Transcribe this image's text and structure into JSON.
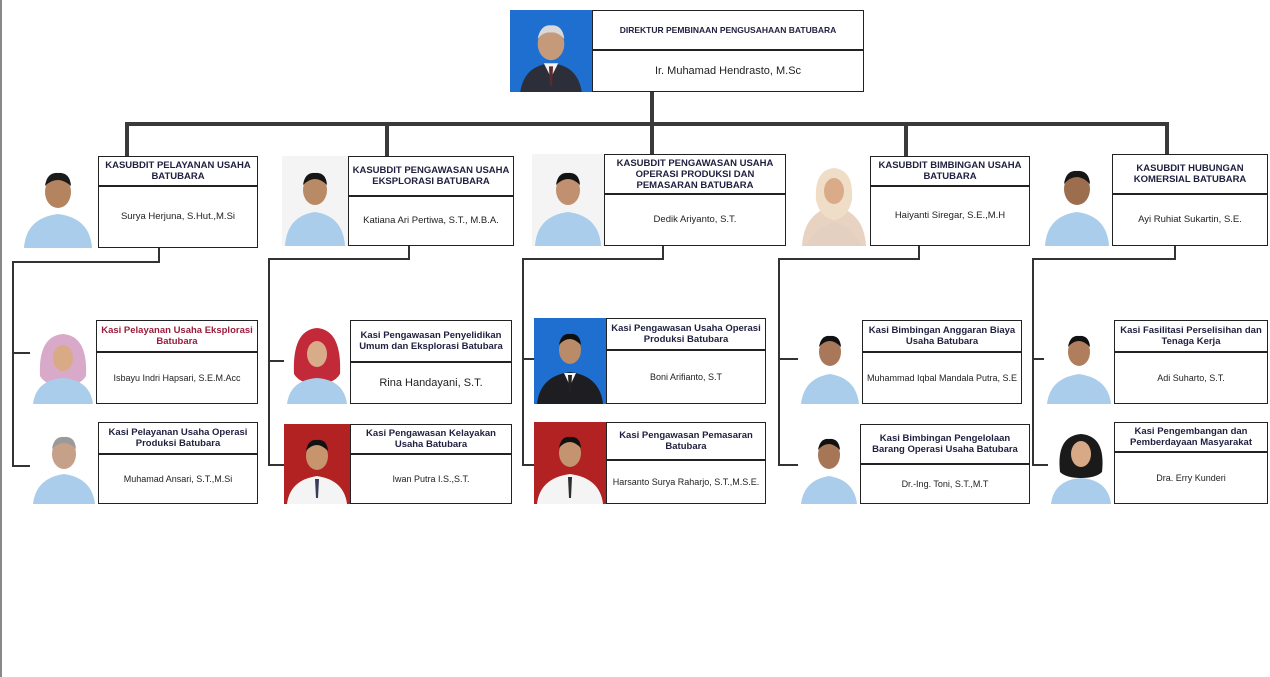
{
  "director": {
    "title": "DIREKTUR PEMBINAAN PENGUSAHAAN BATUBARA",
    "name": "Ir. Muhamad Hendrasto, M.Sc"
  },
  "kasubdits": [
    {
      "title": "KASUBDIT PELAYANAN USAHA BATUBARA",
      "name": "Surya Herjuna, S.Hut.,M.Si",
      "kasi": [
        {
          "title": "Kasi Pelayanan Usaha Eksplorasi Batubara",
          "name": "Isbayu Indri Hapsari, S.E.M.Acc"
        },
        {
          "title": "Kasi Pelayanan Usaha Operasi Produksi Batubara",
          "name": "Muhamad Ansari, S.T.,M.Si"
        }
      ]
    },
    {
      "title": "KASUBDIT PENGAWASAN USAHA EKSPLORASI BATUBARA",
      "name": "Katiana Ari Pertiwa, S.T., M.B.A.",
      "kasi": [
        {
          "title": "Kasi Pengawasan Penyelidikan Umum dan Eksplorasi Batubara",
          "name": "Rina Handayani, S.T."
        },
        {
          "title": "Kasi Pengawasan Kelayakan Usaha Batubara",
          "name": "Iwan Putra I.S.,S.T."
        }
      ]
    },
    {
      "title": "KASUBDIT PENGAWASAN USAHA OPERASI PRODUKSI DAN PEMASARAN BATUBARA",
      "name": "Dedik Ariyanto, S.T.",
      "kasi": [
        {
          "title": "Kasi Pengawasan Usaha Operasi Produksi Batubara",
          "name": "Boni Arifianto, S.T"
        },
        {
          "title": "Kasi Pengawasan Pemasaran Batubara",
          "name": "Harsanto Surya Raharjo, S.T.,M.S.E."
        }
      ]
    },
    {
      "title": "KASUBDIT BIMBINGAN USAHA BATUBARA",
      "name": "Haiyanti Siregar, S.E.,M.H",
      "kasi": [
        {
          "title": "Kasi Bimbingan Anggaran Biaya Usaha Batubara",
          "name": "Muhammad Iqbal Mandala Putra, S.E"
        },
        {
          "title": "Kasi Bimbingan Pengelolaan Barang Operasi Usaha Batubara",
          "name": "Dr.-Ing. Toni, S.T.,M.T"
        }
      ]
    },
    {
      "title": "KASUBDIT HUBUNGAN KOMERSIAL BATUBARA",
      "name": "Ayi Ruhiat Sukartin, S.E.",
      "kasi": [
        {
          "title": "Kasi Fasilitasi Perselisihan dan Tenaga Kerja",
          "name": "Adi Suharto, S.T."
        },
        {
          "title": "Kasi Pengembangan dan Pemberdayaan Masyarakat",
          "name": "Dra. Erry Kunderi"
        }
      ]
    }
  ],
  "colors": {
    "photo_bg_blue": "#1e6fd0",
    "photo_bg_white": "#f4f4f4",
    "photo_bg_red": "#b22222",
    "shirt_lightblue": "#a9cdea",
    "line": "#2b2b2b"
  }
}
